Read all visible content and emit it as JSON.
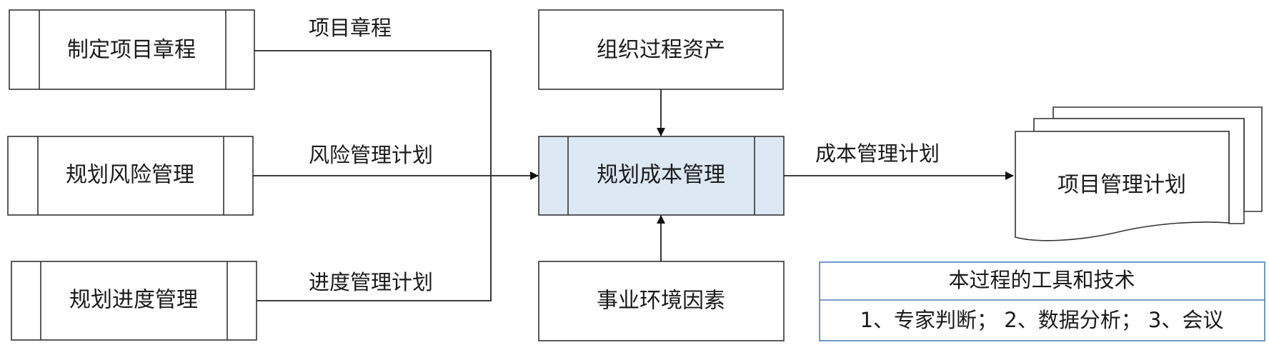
{
  "process_boxes": {
    "develop_charter": "制定项目章程",
    "plan_risk": "规划风险管理",
    "plan_schedule": "规划进度管理",
    "plan_cost": "规划成本管理"
  },
  "input_boxes": {
    "org_assets": "组织过程资产",
    "enterprise_env": "事业环境因素"
  },
  "flow_labels": {
    "charter": "项目章程",
    "risk_plan": "风险管理计划",
    "schedule_plan": "进度管理计划",
    "cost_plan": "成本管理计划"
  },
  "output_document": {
    "label": "项目管理计划"
  },
  "tools_techniques": {
    "title": "本过程的工具和技术",
    "items": "1、专家判断； 2、数据分析； 3、会议"
  },
  "colors": {
    "highlight_fill": "#dce8f4",
    "tools_border": "#4a7ebb",
    "line": "#333333"
  }
}
